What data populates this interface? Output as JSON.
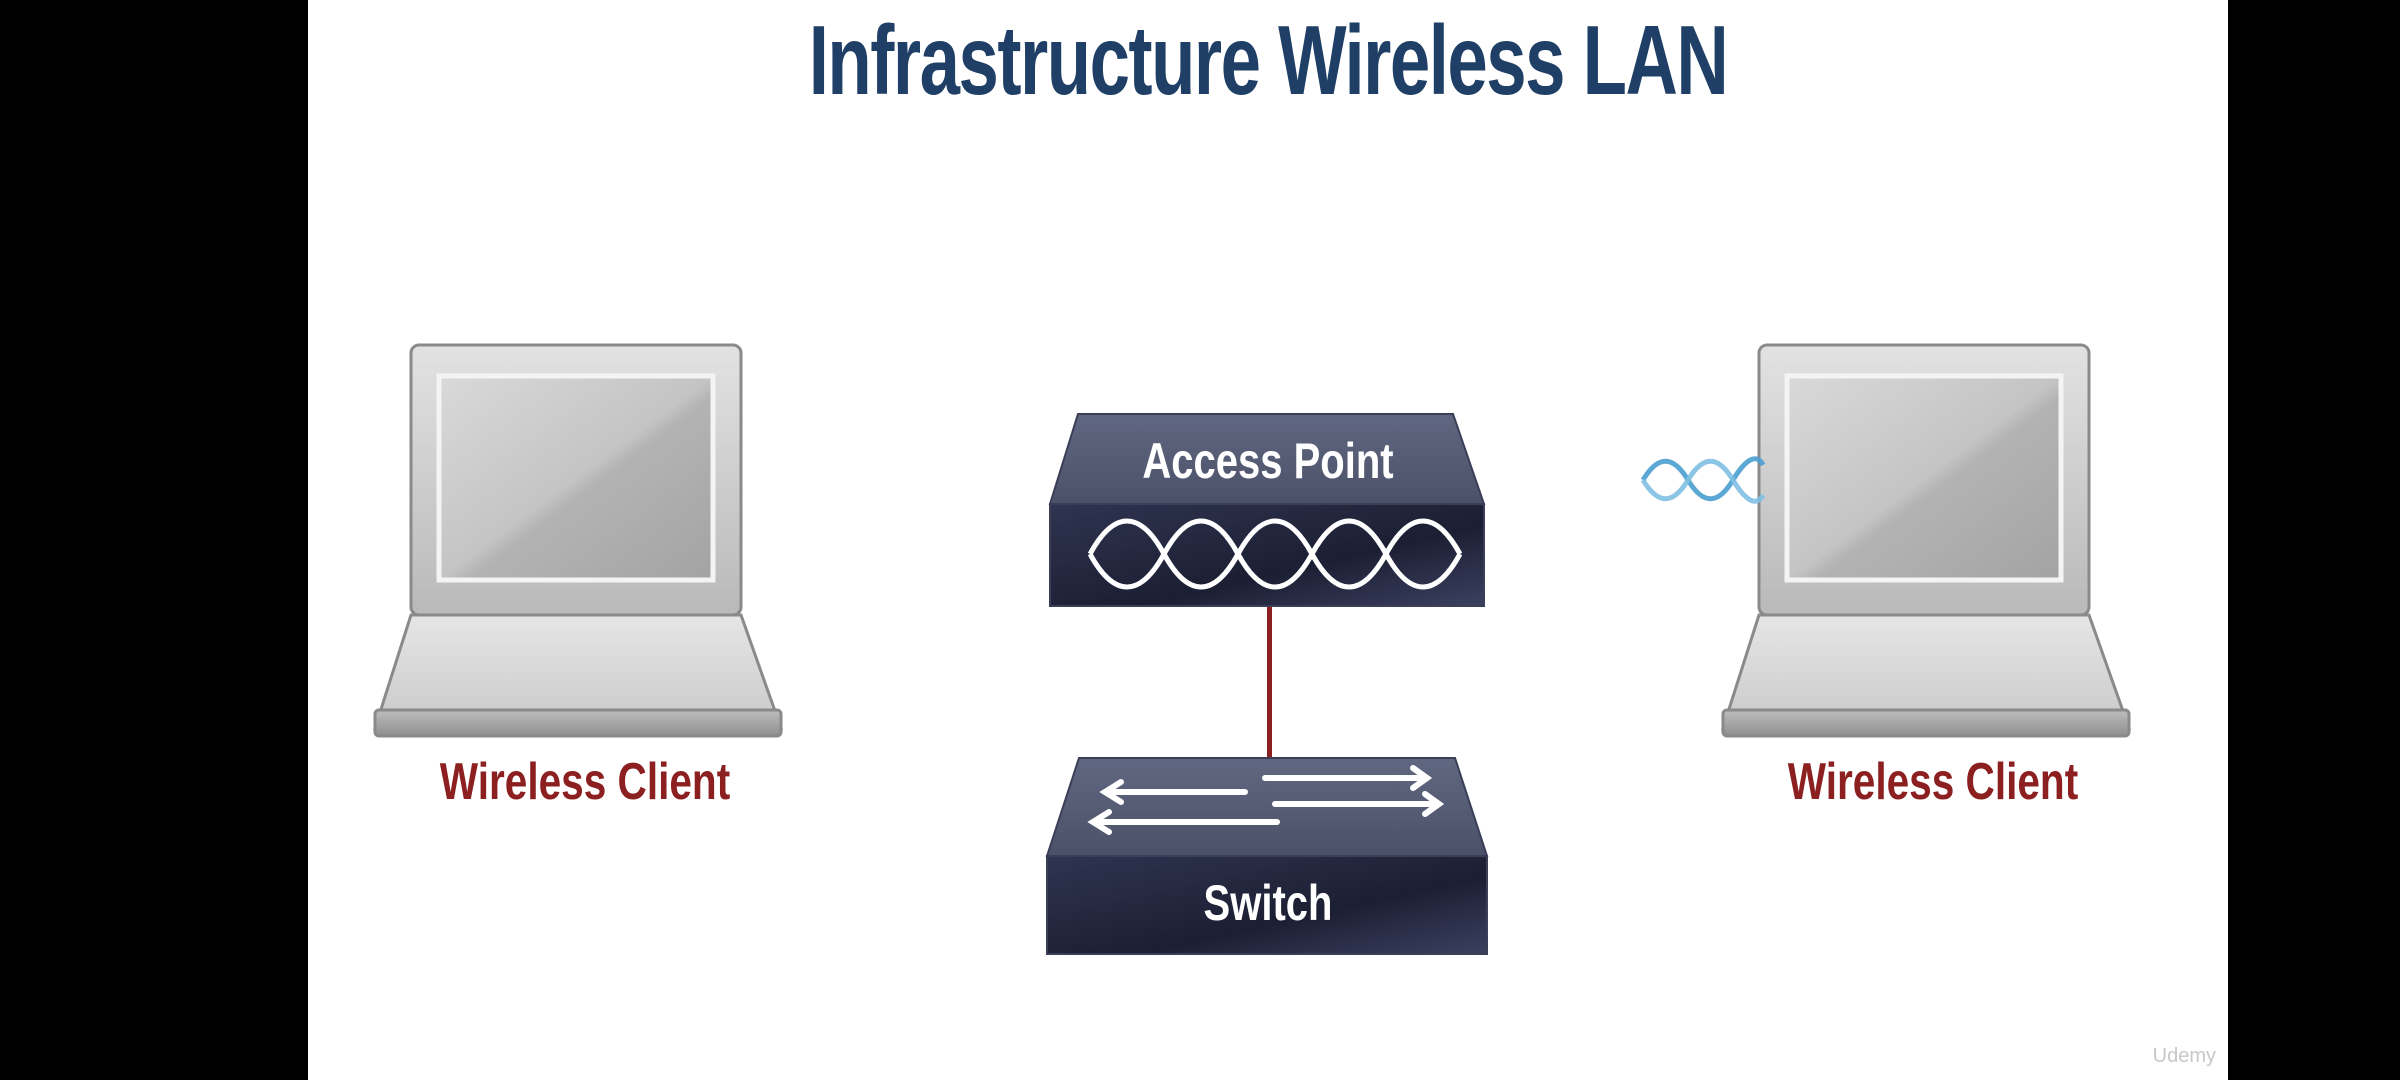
{
  "title": "Infrastructure Wireless LAN",
  "clients": [
    {
      "label": "Wireless Client"
    },
    {
      "label": "Wireless Client"
    }
  ],
  "access_point": {
    "label": "Access Point"
  },
  "switch": {
    "label": "Switch"
  },
  "watermark": "Udemy",
  "colors": {
    "title": "#1f3f66",
    "label": "#8c1f1f",
    "device_body": "#2a2e45",
    "link": "#8c1f1f",
    "signal": "#4a9fd0"
  }
}
